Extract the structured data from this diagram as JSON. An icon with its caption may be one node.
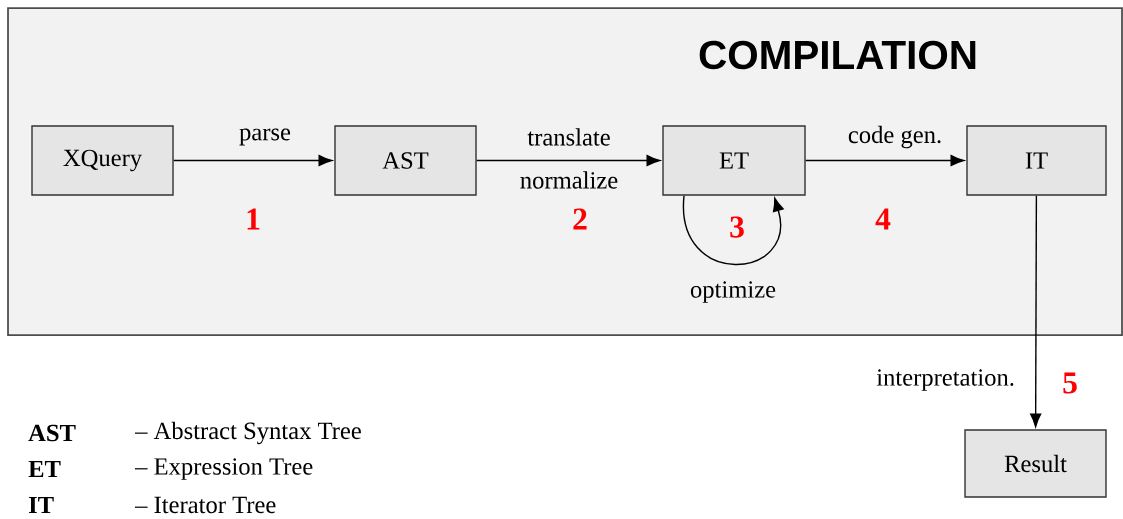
{
  "diagram": {
    "nodes": [
      {
        "text": [
          "COMPILATION"
        ]
      },
      {
        "text": [
          "XQuery"
        ],
        "in": 0
      },
      {
        "text": [
          "AST"
        ],
        "in": 0
      },
      {
        "text": [
          "ET"
        ],
        "in": 0
      },
      {
        "text": [
          "IT"
        ],
        "in": 0
      },
      {
        "text": [
          "Result"
        ]
      }
    ],
    "edges": [
      {
        "from": 1,
        "to": 2,
        "arrow": "to",
        "label": "parse"
      },
      {
        "from": 2,
        "to": 3,
        "arrow": "to",
        "label": "translate"
      },
      {
        "from": 3,
        "to": 3,
        "arrow": "to",
        "label": "optimize"
      },
      {
        "from": 3,
        "to": 4,
        "arrow": "to",
        "label": "code gen."
      },
      {
        "from": 4,
        "to": 5,
        "arrow": "to",
        "label": "interpretation."
      }
    ],
    "labels": [
      "normalize",
      "1",
      "2",
      "3",
      "4",
      "5",
      "AST",
      "– Abstract Syntax Tree",
      "ET",
      "– Expression Tree",
      "IT",
      "– Iterator Tree"
    ]
  }
}
